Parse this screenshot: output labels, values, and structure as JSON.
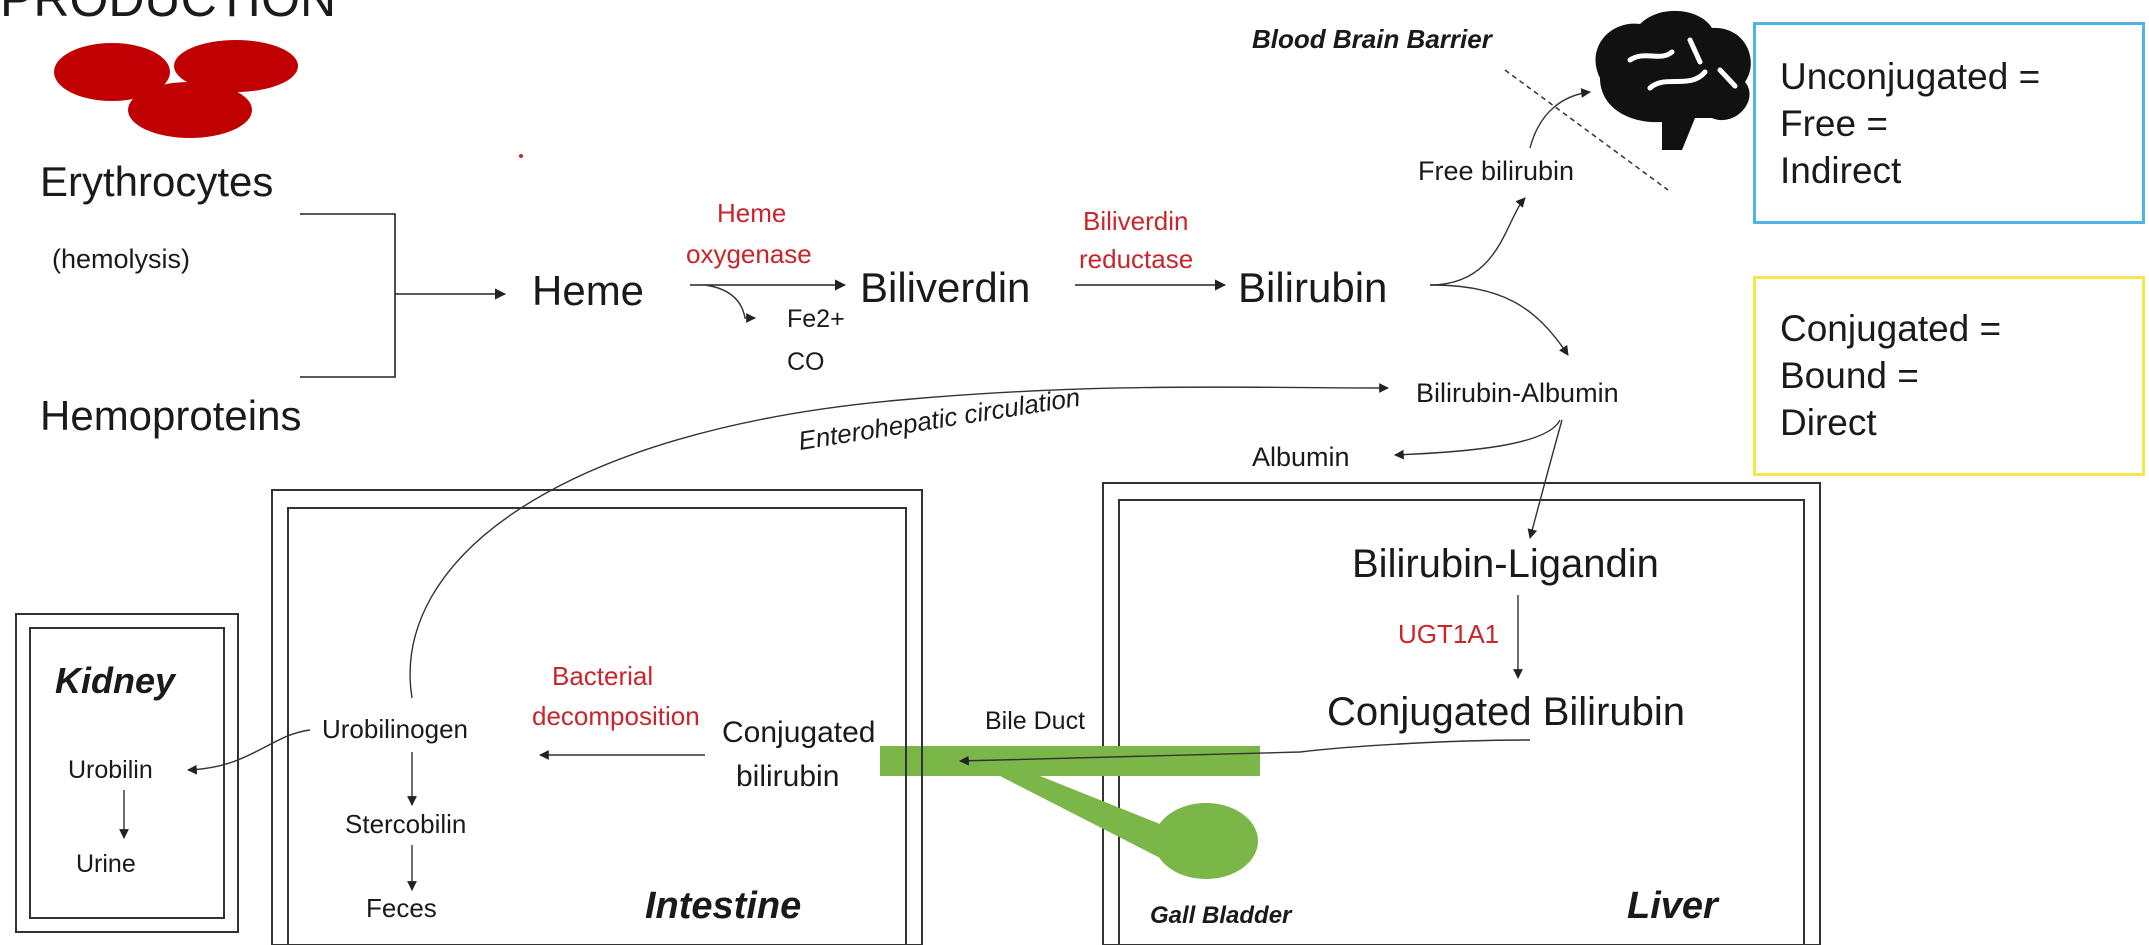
{
  "header": {
    "title": "PRODUCTION"
  },
  "sources": {
    "erythrocytes": "Erythrocytes",
    "hemolysis": "(hemolysis)",
    "hemoproteins": "Hemoproteins"
  },
  "pathway": {
    "heme": "Heme",
    "heme_oxygenase": [
      "Heme",
      "oxygenase"
    ],
    "byproducts": [
      "Fe2+",
      "CO"
    ],
    "biliverdin": "Biliverdin",
    "biliverdin_reductase": [
      "Biliverdin",
      "reductase"
    ],
    "bilirubin": "Bilirubin",
    "free_bilirubin": "Free bilirubin",
    "blood_brain_barrier": "Blood Brain Barrier",
    "bilirubin_albumin": "Bilirubin-Albumin",
    "albumin": "Albumin",
    "enterohepatic": "Enterohepatic circulation"
  },
  "liver": {
    "label": "Liver",
    "bilirubin_ligandin": "Bilirubin-Ligandin",
    "enzyme": "UGT1A1",
    "conjugated_bilirubin": "Conjugated Bilirubin",
    "gall_bladder": "Gall Bladder",
    "bile_duct": "Bile Duct"
  },
  "intestine": {
    "label": "Intestine",
    "conjugated": [
      "Conjugated",
      "bilirubin"
    ],
    "bacterial": [
      "Bacterial",
      "decomposition"
    ],
    "urobilinogen": "Urobilinogen",
    "stercobilin": "Stercobilin",
    "feces": "Feces"
  },
  "kidney": {
    "label": "Kidney",
    "urobilin": "Urobilin",
    "urine": "Urine"
  },
  "legend": {
    "unconjugated": [
      "Unconjugated =",
      "Free =",
      "Indirect"
    ],
    "conjugated": [
      "Conjugated =",
      "Bound =",
      "Direct"
    ]
  },
  "colors": {
    "rbc": "#c00000",
    "enzyme_text": "#c8262b",
    "bile_green": "#7ab648",
    "unconjugated_border": "#4fb3e6",
    "conjugated_border": "#f2e84a"
  },
  "icons": {
    "brain": "brain-icon",
    "erythrocytes": "red-blood-cells-icon"
  }
}
